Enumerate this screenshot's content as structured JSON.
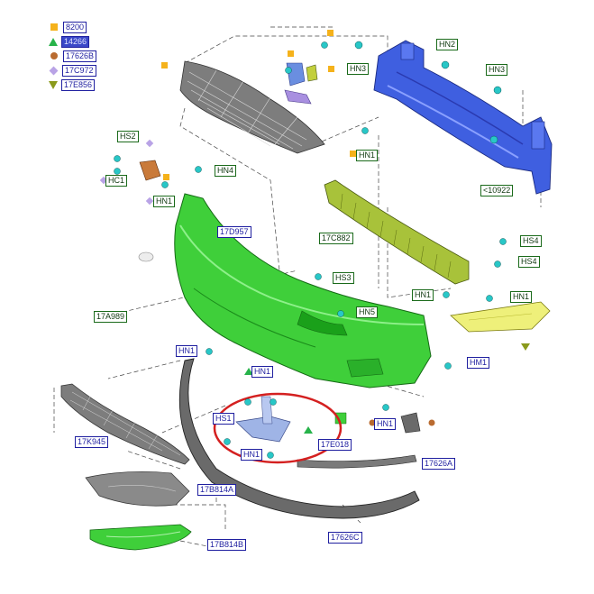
{
  "legend": [
    {
      "symbol": "orange-square",
      "code": "8200",
      "highlight": false
    },
    {
      "symbol": "green-triangle",
      "code": "14266",
      "highlight": true
    },
    {
      "symbol": "brown-circle",
      "code": "17626B",
      "highlight": false
    },
    {
      "symbol": "lavender-diamond",
      "code": "17C972",
      "highlight": false
    },
    {
      "symbol": "olive-inverted-triangle",
      "code": "17E856",
      "highlight": false
    }
  ],
  "labels": {
    "hn3_left": "HN3",
    "hn2": "HN2",
    "hn3_right": "HN3",
    "hs2": "HS2",
    "hc1": "HC1",
    "hn4": "HN4",
    "hn1_a": "HN1",
    "hn1_b": "HN1",
    "p10922": "<10922",
    "p17d957": "17D957",
    "p17c882": "17C882",
    "hs4_a": "HS4",
    "hs4_b": "HS4",
    "hs3": "HS3",
    "hn5": "HN5",
    "hn1_c": "HN1",
    "hn1_d": "HN1",
    "p17a989": "17A989",
    "hn1_e": "HN1",
    "hm1": "HM1",
    "hn1_f": "HN1",
    "hs1": "HS1",
    "p17e018": "17E018",
    "hn1_g": "HN1",
    "hn1_h": "HN1",
    "p17k945": "17K945",
    "p17626a": "17626A",
    "p17b814a": "17B814A",
    "p17b814b": "17B814B",
    "p17626c": "17626C"
  },
  "colors": {
    "bumper_green": "#3fcf3a",
    "beam_blue": "#3f5fe0",
    "absorber_olive": "#a8c23a",
    "reflector_yellow": "#eef07a",
    "grille_gray": "#8a8a8a",
    "highlight_red": "#d42020",
    "label_blue": "#1f1fa0",
    "label_green": "#1a6a1a",
    "clip_cyan": "#28c7c7"
  }
}
